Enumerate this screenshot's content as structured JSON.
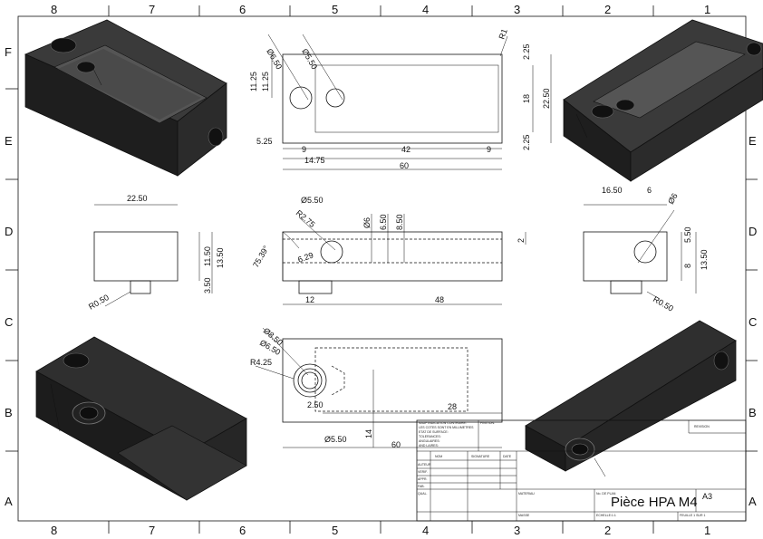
{
  "zones": {
    "cols_top": [
      "8",
      "7",
      "6",
      "5",
      "4",
      "3",
      "2",
      "1"
    ],
    "cols_bottom": [
      "8",
      "7",
      "6",
      "5",
      "4",
      "3",
      "2",
      "1"
    ],
    "rows_left": [
      "F",
      "E",
      "D",
      "C",
      "B",
      "A"
    ],
    "rows_right": [
      "F",
      "E",
      "D",
      "C",
      "B",
      "A"
    ]
  },
  "top_view": {
    "dims": [
      "Ø6.50",
      "Ø5.50",
      "R1",
      "11.25",
      "11.25",
      "2.25",
      "18",
      "22.50",
      "2.25",
      "5.25",
      "9",
      "42",
      "9",
      "14.75",
      "60"
    ]
  },
  "front_view": {
    "dims": [
      "Ø5.50",
      "R2.75",
      "Ø6",
      "6.50",
      "8.50",
      "2",
      "75.39°",
      "6.29",
      "12",
      "48"
    ]
  },
  "left_view": {
    "dims": [
      "22.50",
      "11.50",
      "13.50",
      "3.50",
      "R0.50"
    ]
  },
  "right_view": {
    "dims": [
      "16.50",
      "6",
      "Ø6",
      "5.50",
      "8",
      "13.50",
      "R0.50"
    ]
  },
  "bottom_view": {
    "dims": [
      "Ø8.50",
      "Ø6.50",
      "R4.25",
      "2.50",
      "28",
      "14",
      "Ø5.50",
      "60"
    ]
  },
  "title_block": {
    "notes": [
      "SAUF INDICATION CONTRAIRE:",
      "LES COTES SONT EN MILLIMETRES",
      "ETAT DE SURFACE:",
      "TOLERANCES:",
      "ANGULAIRES:",
      "AND LAIRES:"
    ],
    "finition": "FINITION:",
    "headers": [
      "NOM",
      "SIGNATURE",
      "DATE"
    ],
    "roles": [
      "AUTEUR",
      "VERIF.",
      "APPR.",
      "FAB.",
      "QUAL."
    ],
    "materiau": "MATERIAU",
    "masse": "MASSE",
    "echelle": "ECHELLE:1:1",
    "no_de_plan": "No. DE PLAN",
    "feuille": "FEUILLE 1 SUR 1",
    "revision": "REVISION",
    "title": "Pièce HPA M4",
    "format": "A3"
  }
}
